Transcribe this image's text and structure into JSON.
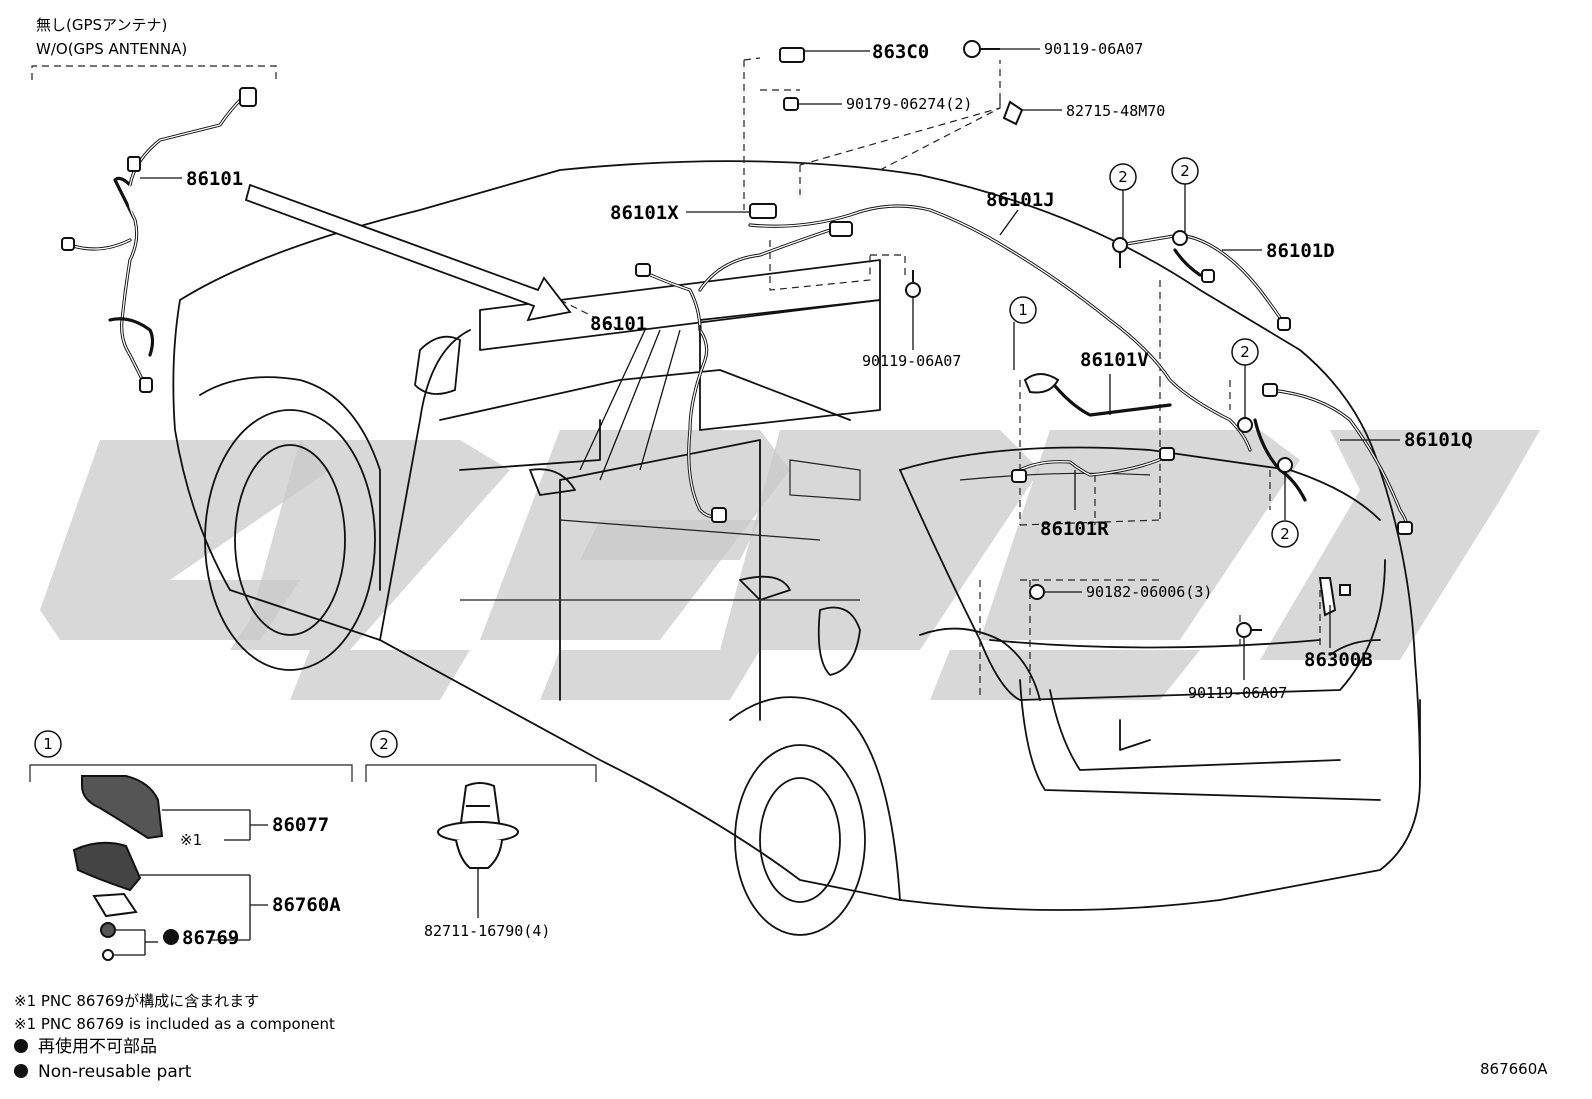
{
  "gps_variant": {
    "line_jp": "無し(GPSアンテナ)",
    "line_en": "W/O(GPS ANTENNA)"
  },
  "parts": {
    "p863C0": "863C0",
    "p90119_06A07_top": "90119-06A07",
    "p90179_06274": "90179-06274(2)",
    "p82715_48M70": "82715-48M70",
    "p86101_upper": "86101",
    "p86101X": "86101X",
    "p86101J": "86101J",
    "p86101D": "86101D",
    "p86101_center": "86101",
    "p90119_06A07_mid": "90119-06A07",
    "p86101V": "86101V",
    "p86101Q": "86101Q",
    "p86101R": "86101R",
    "p90182_06006": "90182-06006(3)",
    "p86300B": "86300B",
    "p90119_06A07_bottom": "90119-06A07",
    "p86077": "86077",
    "p86760A": "86760A",
    "p86769": "86769",
    "p82711_16790": "82711-16790(4)"
  },
  "callouts": {
    "c1": "1",
    "c2": "2"
  },
  "detail": {
    "ref_mark": "※1"
  },
  "footnotes": {
    "jp_included": "※1 PNC 86769が構成に含まれます",
    "en_included": "※1 PNC 86769 is included as a component",
    "jp_nonreuse": "再使用不可部品",
    "en_nonreuse": "Non-reusable part"
  },
  "figure_id": "867660A"
}
